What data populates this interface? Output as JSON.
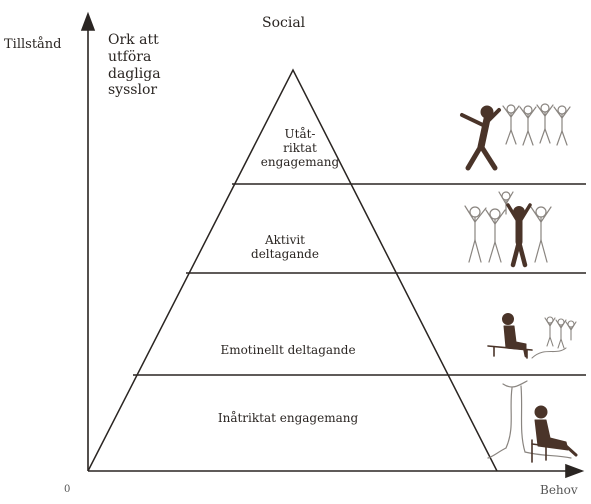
{
  "axes": {
    "y_label": "Tillstånd",
    "y_sublabel": [
      "Ork att",
      "utföra",
      "dagliga",
      "sysslor"
    ],
    "x_label": "Behov",
    "origin": "0"
  },
  "top_label": "Social",
  "levels": [
    {
      "lines": [
        "Utåt-",
        "riktat",
        "engagemang"
      ],
      "icon": "person-jumping-with-crowd-icon"
    },
    {
      "lines": [
        "Aktivit",
        "deltagande"
      ],
      "icon": "dancing-group-icon"
    },
    {
      "lines": [
        "Emotinellt deltagande"
      ],
      "icon": "person-sitting-on-bench-watching-icon"
    },
    {
      "lines": [
        "Inåtriktat engagemang"
      ],
      "icon": "person-sitting-under-tree-icon"
    }
  ],
  "colors": {
    "line": "#2a2522",
    "figure_dark": "#4a3429",
    "figure_outline": "#8a8580"
  }
}
